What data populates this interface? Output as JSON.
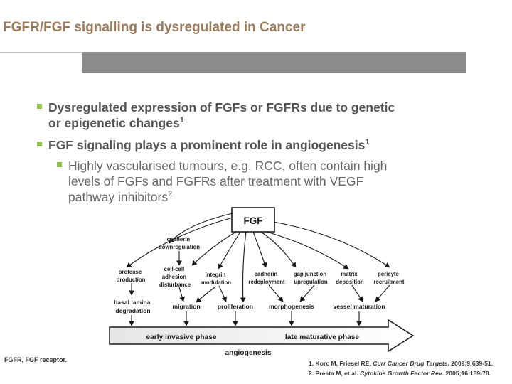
{
  "slide": {
    "title": "FGFR/FGF signalling is dysregulated in Cancer",
    "bullets": [
      {
        "level": 1,
        "lines": [
          "Dysregulated expression of FGFs or FGFRs due to genetic",
          "or epigenetic changes"
        ],
        "sup": "1"
      },
      {
        "level": 1,
        "lines": [
          "FGF signaling plays a prominent role in angiogenesis"
        ],
        "sup": "1"
      },
      {
        "level": 2,
        "lines": [
          "Highly vascularised tumours, e.g. RCC, often contain high",
          "levels of FGFs and FGFRs after treatment with VEGF",
          "pathway inhibitors"
        ],
        "sup": "2"
      }
    ],
    "footnote": "FGFR, FGF receptor.",
    "references": [
      {
        "prefix": "1. Korc M, Friesel RE. ",
        "journal": "Curr Cancer Drug Targets",
        "suffix": ". 2009;9:639-51."
      },
      {
        "prefix": "2. Presta M, et al. ",
        "journal": "Cytokine Growth Factor Rev",
        "suffix": ". 2005;16:159-78."
      }
    ]
  },
  "diagram": {
    "root": "FGF",
    "top_node": [
      "cadherin",
      "downregulation"
    ],
    "mid_nodes": {
      "protease": [
        "protease",
        "production"
      ],
      "cellcell": [
        "cell-cell",
        "adhesion",
        "disturbance"
      ],
      "integrin": [
        "integrin",
        "modulation"
      ],
      "cadherin_redeploy": [
        "cadherin",
        "redeployment"
      ],
      "gap": [
        "gap junction",
        "upregulation"
      ],
      "matrix": [
        "matrix",
        "deposition"
      ],
      "pericyte": [
        "pericyte",
        "recruitment"
      ]
    },
    "outcomes": {
      "basal": [
        "basal lamina",
        "degradation"
      ],
      "migration": "migration",
      "proliferation": "proliferation",
      "morphogenesis": "morphogenesis",
      "vessel": "vessel maturation"
    },
    "phases": [
      "early invasive phase",
      "late maturative phase"
    ],
    "axis_label": "angiogenesis"
  },
  "colors": {
    "title": "#9c7b5a",
    "bullet_square": "#8cc152",
    "banner": "#8c8c8c"
  }
}
